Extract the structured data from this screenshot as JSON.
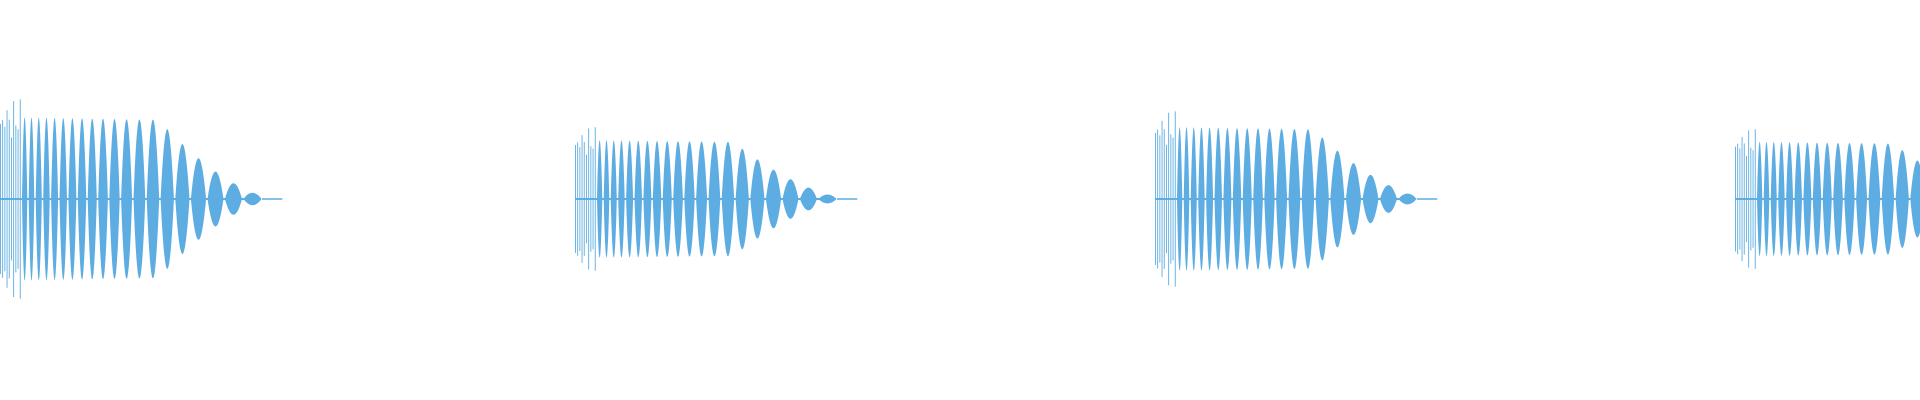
{
  "waveform": {
    "color": "#5dade2",
    "background": "#ffffff",
    "clip_count": 4,
    "clip_peak_amplitudes": [
      1.0,
      0.72,
      0.88,
      0.7
    ],
    "last_clip_cut_off_at_right_edge": true
  }
}
